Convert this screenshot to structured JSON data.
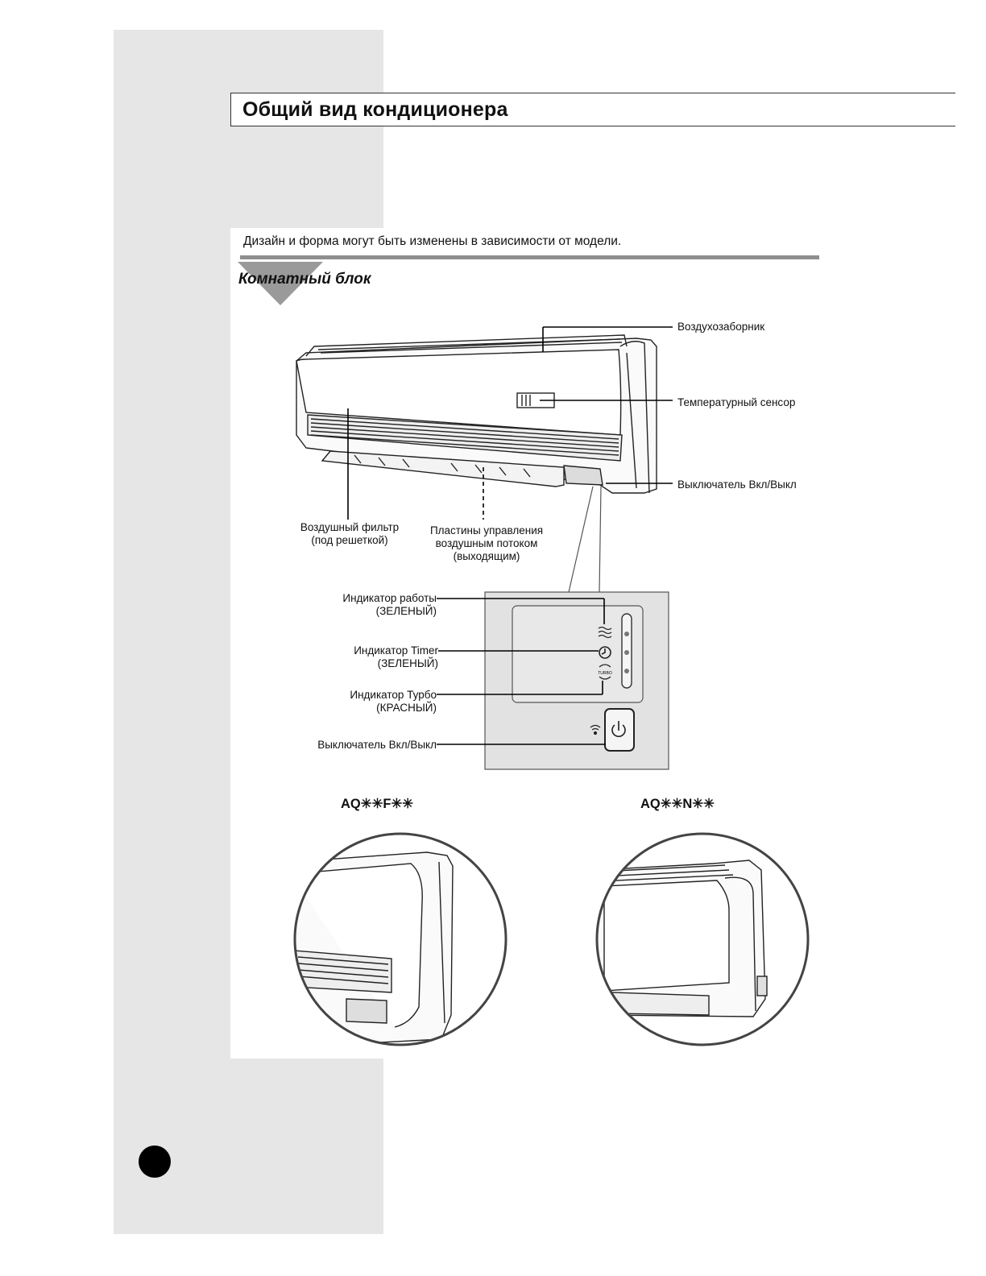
{
  "page": {
    "title": "Общий вид кондиционера",
    "note": "Дизайн и форма могут быть изменены в зависимости от модели.",
    "section_title": "Комнатный блок"
  },
  "indoor_unit_labels": {
    "air_intake": "Воздухозаборник",
    "temp_sensor": "Температурный сенсор",
    "power_switch": "Выключатель Вкл/Выкл",
    "air_filter": [
      "Воздушный фильтр",
      "(под решеткой)"
    ],
    "louvers": [
      "Пластины управления",
      "воздушным потоком",
      "(выходящим)"
    ]
  },
  "display_labels": {
    "operation": [
      "Индикатор работы",
      "(ЗЕЛЕНЫЙ)"
    ],
    "timer": [
      "Индикатор Timer",
      "(ЗЕЛЕНЫЙ)"
    ],
    "turbo": [
      "Индикатор Турбо",
      "(КРАСНЫЙ)"
    ],
    "power_switch": "Выключатель Вкл/Выкл",
    "turbo_icon_text": "TURBO"
  },
  "models": [
    {
      "name": "AQ✳✳F✳✳"
    },
    {
      "name": "AQ✳✳N✳✳"
    }
  ]
}
